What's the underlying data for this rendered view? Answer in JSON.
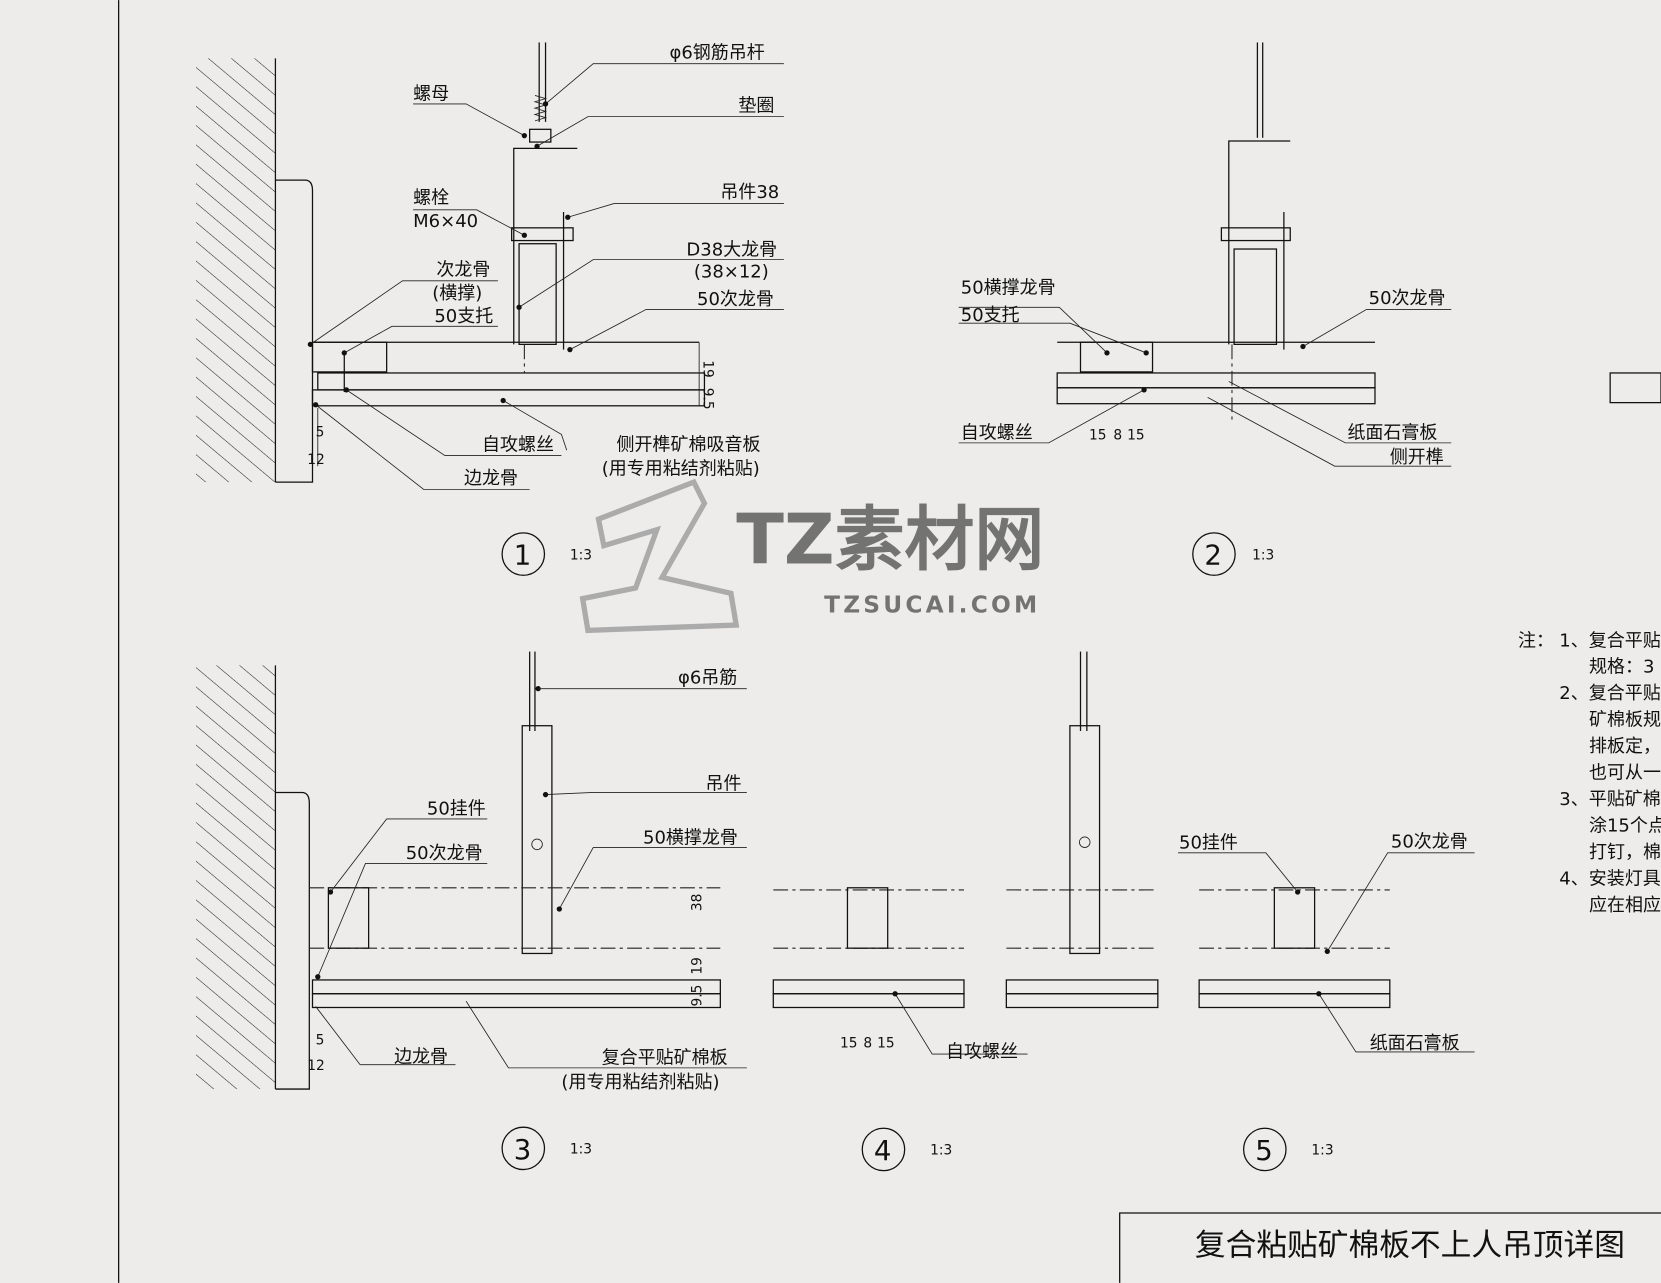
{
  "title": "复合粘贴矿棉板不上人吊顶详图",
  "watermark": {
    "brand": "TZ素材网",
    "url": "TZSUCAI.COM"
  },
  "details": [
    {
      "number": "1",
      "scale": "1:3",
      "labels": [
        "φ6钢筋吊杆",
        "螺母",
        "垫圈",
        "螺栓",
        "M6×40",
        "吊件38",
        "D38大龙骨",
        "(38×12)",
        "次龙骨",
        "(横撑)",
        "50支托",
        "50次龙骨",
        "自攻螺丝",
        "侧开榫矿棉吸音板",
        "(用专用粘结剂粘贴)",
        "边龙骨"
      ],
      "dims": [
        "19",
        "9.5",
        "5",
        "12"
      ]
    },
    {
      "number": "2",
      "scale": "1:3",
      "labels": [
        "50横撑龙骨",
        "50支托",
        "50次龙骨",
        "自攻螺丝",
        "纸面石膏板",
        "侧开榫"
      ],
      "dims": [
        "15",
        "8",
        "15"
      ]
    },
    {
      "number": "3",
      "scale": "1:3",
      "labels": [
        "φ6吊筋",
        "吊件",
        "50挂件",
        "50次龙骨",
        "50横撑龙骨",
        "边龙骨",
        "复合平贴矿棉板",
        "(用专用粘结剂粘贴)"
      ],
      "dims": [
        "38",
        "19",
        "9.5",
        "5",
        "12"
      ]
    },
    {
      "number": "4",
      "scale": "1:3",
      "labels": [
        "自攻螺丝"
      ],
      "dims": [
        "15",
        "8",
        "15"
      ]
    },
    {
      "number": "5",
      "scale": "1:3",
      "labels": [
        "50挂件",
        "50次龙骨",
        "纸面石膏板"
      ]
    }
  ],
  "notes": {
    "prefix": "注：",
    "lines": [
      "1、复合平贴",
      "规格：3",
      "2、复合平贴",
      "矿棉板规",
      "排板定，",
      "也可从一",
      "3、平贴矿棉",
      "涂15个点",
      "打钉，棉",
      "4、安装灯具",
      "应在相应"
    ]
  }
}
